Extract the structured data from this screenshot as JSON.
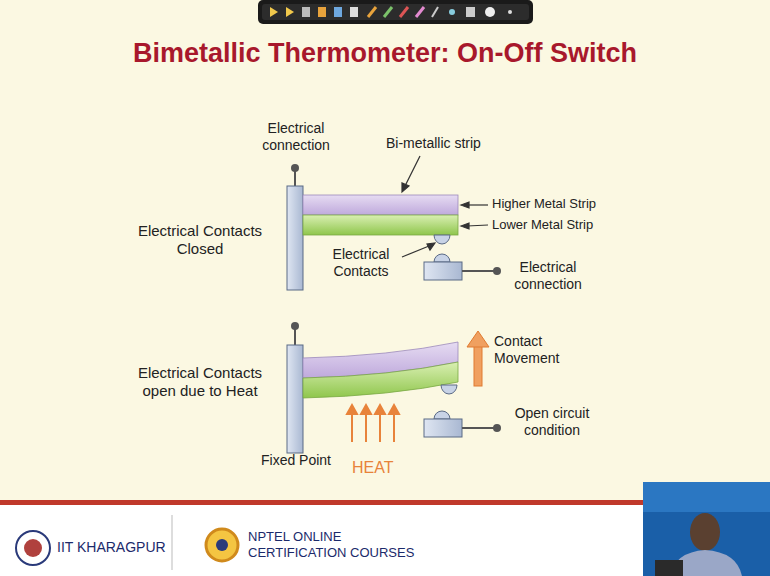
{
  "diagram": {
    "title": "Bimetallic Thermometer: On-Off Switch",
    "labels": [
      "Electrical connection",
      "Bi-metallic strip",
      "Higher Metal Strip",
      "Electrical Contacts Closed",
      "Lower Metal Strip",
      "Electrical Contacts",
      "Electrical connection",
      "Contact Movement",
      "Electrical Contacts open due to Heat",
      "Open circuit condition",
      "Fixed Point",
      "HEAT",
      "IIT KHARAGPUR",
      "NPTEL ONLINE CERTIFICATION COURSES"
    ]
  }
}
